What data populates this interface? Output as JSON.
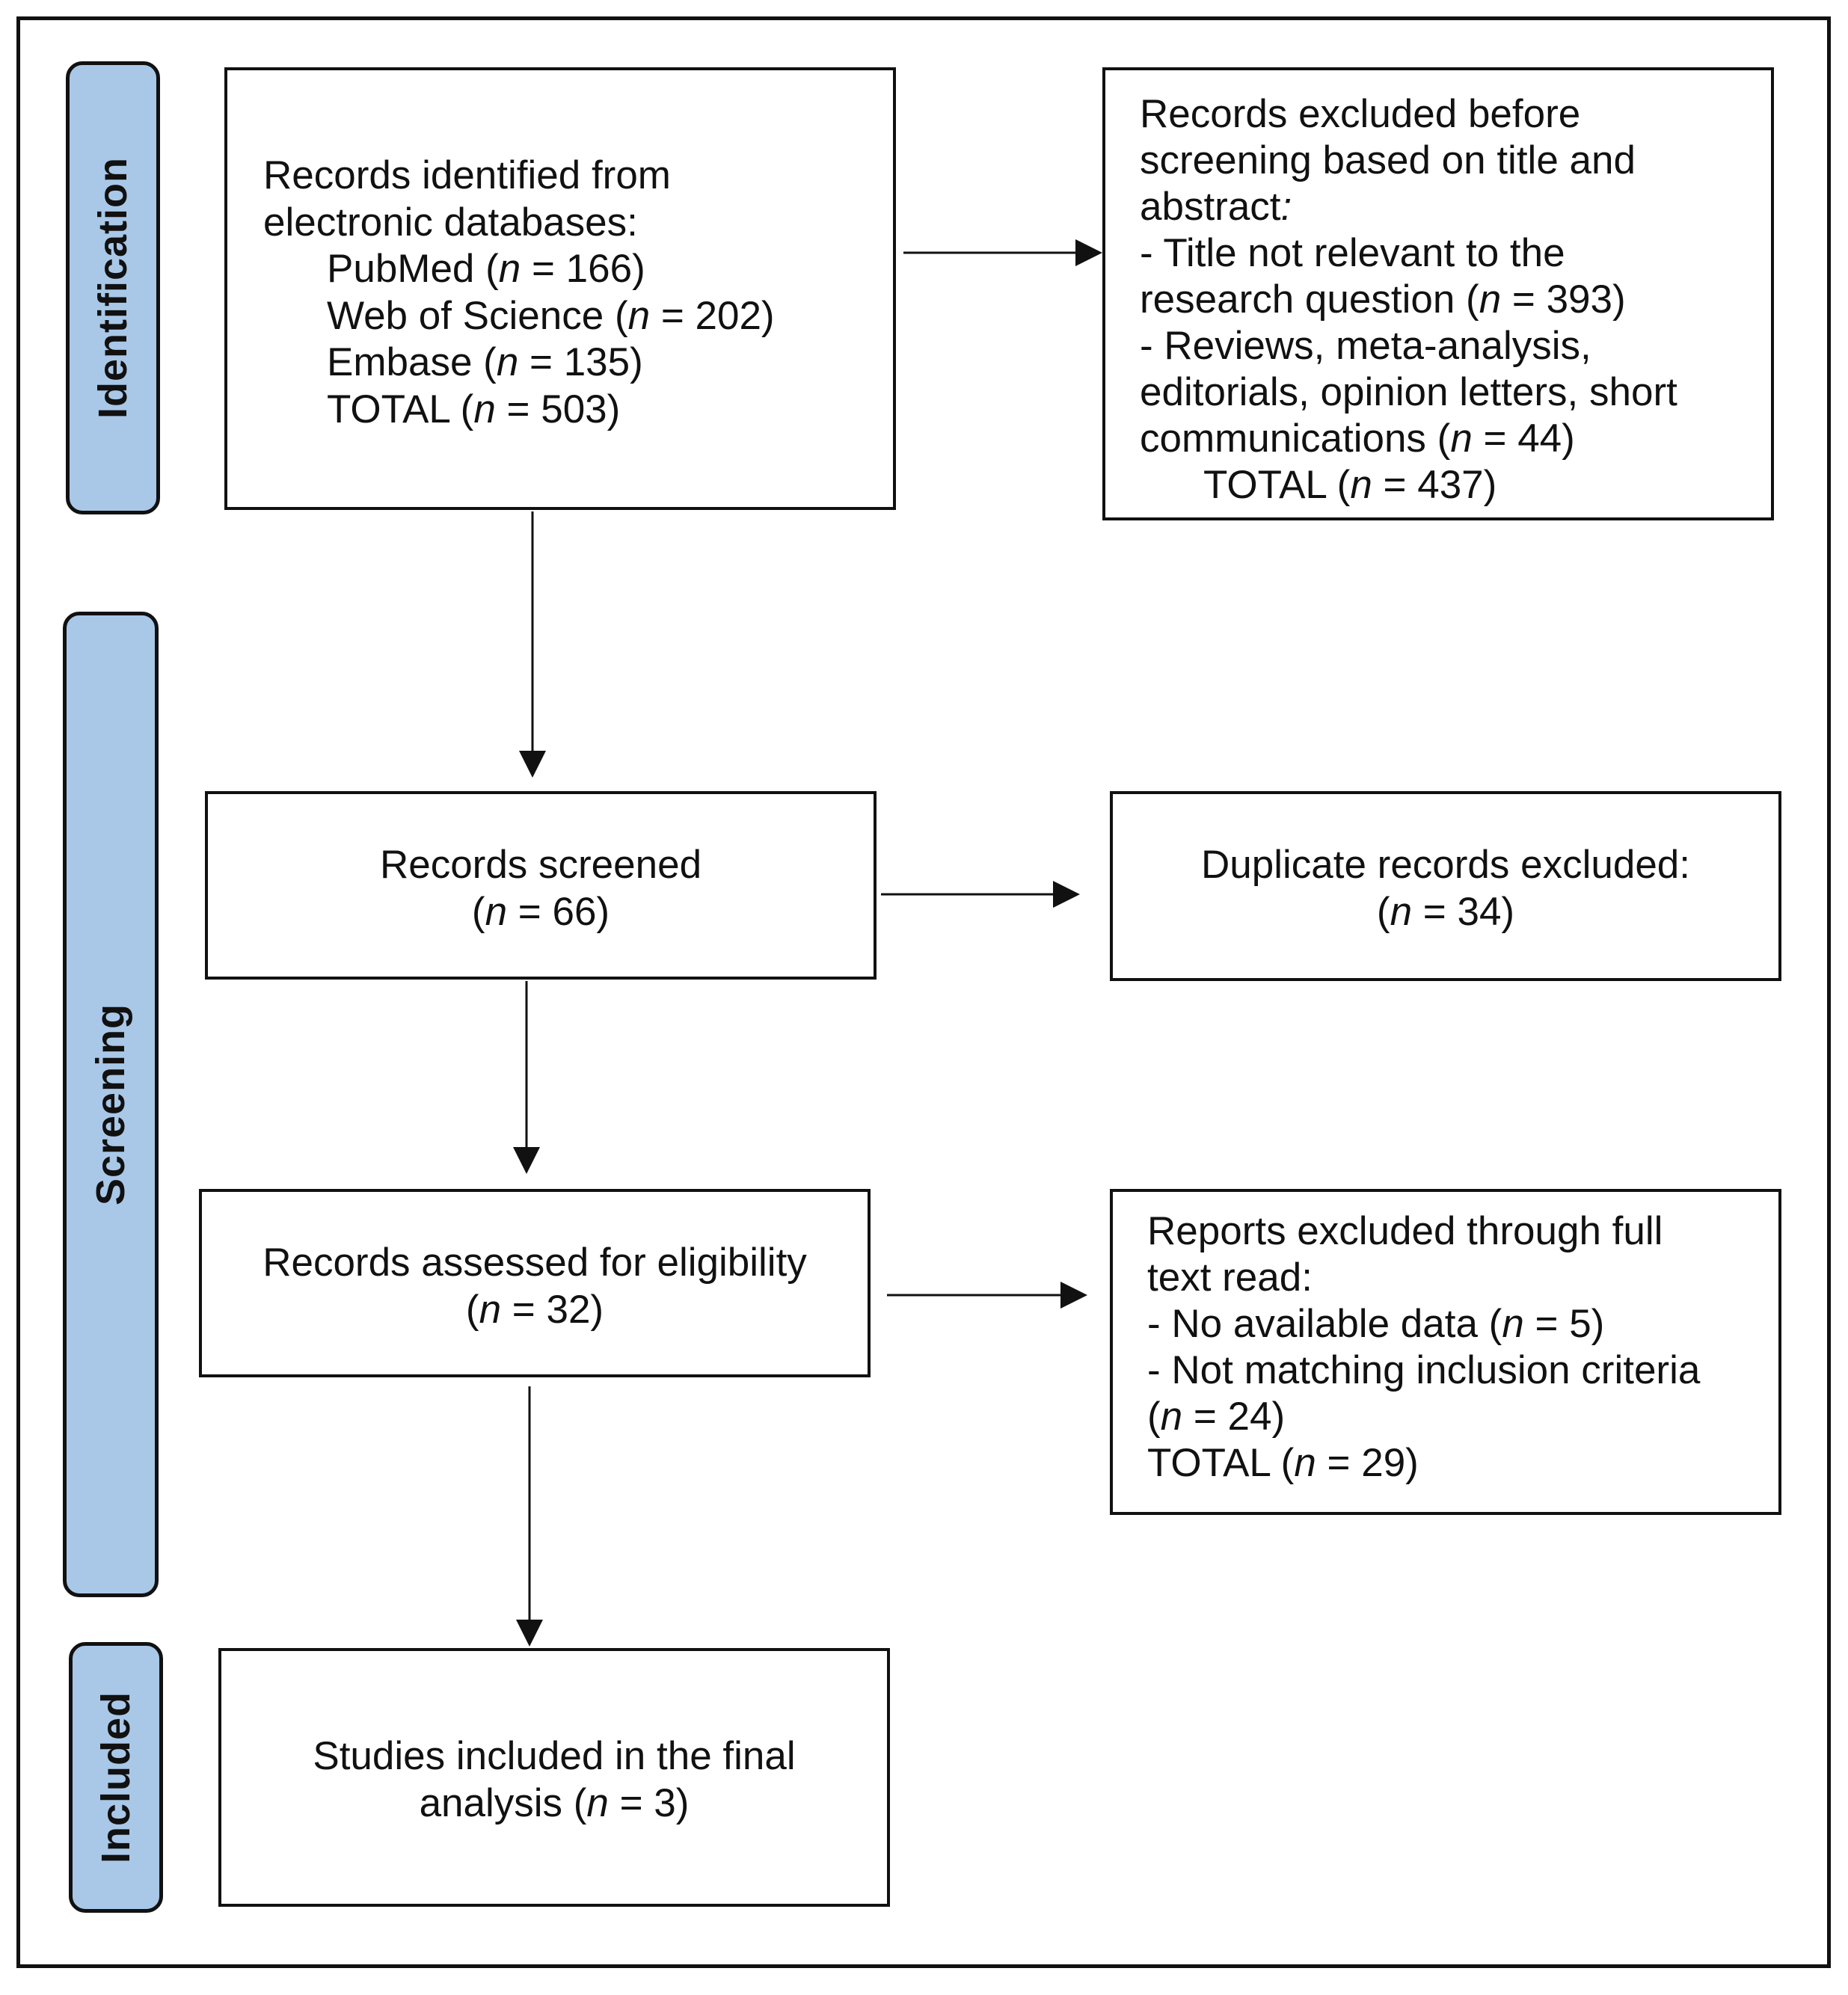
{
  "stages": {
    "identification": "Identification",
    "screening": "Screening",
    "included": "Included"
  },
  "identified": {
    "line1": "Records identified from",
    "line2": "electronic databases:",
    "pubmed_label": "PubMed (",
    "pubmed_value": " = 166)",
    "wos_label": "Web of Science (",
    "wos_value": " = 202)",
    "embase_label": "Embase (",
    "embase_value": " = 135)",
    "total_label": "TOTAL (",
    "total_value": " = 503)"
  },
  "excluded_before": {
    "line1": "Records excluded before",
    "line2": "screening based on title and",
    "line3": "abstract",
    "line3_colon": ":",
    "line4": "- Title not relevant to the",
    "line5_a": "research question (",
    "line5_b": " = 393)",
    "line6": "- Reviews, meta-analysis,",
    "line7": "editorials, opinion letters, short",
    "line8_a": "communications (",
    "line8_b": " = 44)",
    "total_label": "TOTAL (",
    "total_value": " = 437)"
  },
  "screened": {
    "line1": "Records screened",
    "line2_a": "(",
    "line2_b": " = 66)"
  },
  "duplicates": {
    "line1": "Duplicate records excluded:",
    "line2_a": "(",
    "line2_b": " = 34)"
  },
  "eligibility": {
    "line1": "Records assessed for eligibility",
    "line2_a": "(",
    "line2_b": " = 32)"
  },
  "reports_excluded": {
    "line1": "Reports excluded through full",
    "line2": "text read:",
    "line3_a": "- No available data (",
    "line3_b": " = 5)",
    "line4": "- Not matching inclusion criteria",
    "line5_a": "(",
    "line5_b": " = 24)",
    "total_label": "TOTAL (",
    "total_value": " = 29)"
  },
  "included": {
    "line1": "Studies included in the final",
    "line2_a": "analysis (",
    "line2_b": " = 3)"
  },
  "n_symbol": "n",
  "colors": {
    "stage_fill": "#a9c8e8",
    "stroke": "#111111"
  }
}
